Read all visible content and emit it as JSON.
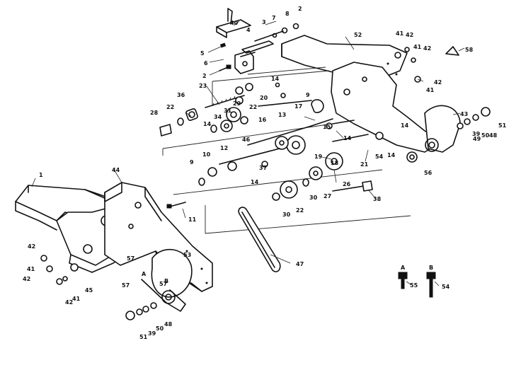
{
  "callouts": [
    {
      "id": "c1",
      "text": "1"
    },
    {
      "id": "c2a",
      "text": "2"
    },
    {
      "id": "c2b",
      "text": "2"
    },
    {
      "id": "c3",
      "text": "3"
    },
    {
      "id": "c4",
      "text": "4"
    },
    {
      "id": "c5",
      "text": "5"
    },
    {
      "id": "c6",
      "text": "6"
    },
    {
      "id": "c7",
      "text": "7"
    },
    {
      "id": "c8",
      "text": "8"
    },
    {
      "id": "c9a",
      "text": "9"
    },
    {
      "id": "c9b",
      "text": "9"
    },
    {
      "id": "c10",
      "text": "10"
    },
    {
      "id": "c11",
      "text": "11"
    },
    {
      "id": "c12",
      "text": "12"
    },
    {
      "id": "c13",
      "text": "13"
    },
    {
      "id": "c14a",
      "text": "14"
    },
    {
      "id": "c14b",
      "text": "14"
    },
    {
      "id": "c14c",
      "text": "14"
    },
    {
      "id": "c14d",
      "text": "14"
    },
    {
      "id": "c14e",
      "text": "14"
    },
    {
      "id": "c14f",
      "text": "14"
    },
    {
      "id": "c15",
      "text": "15"
    },
    {
      "id": "c16",
      "text": "16"
    },
    {
      "id": "c17",
      "text": "17"
    },
    {
      "id": "c18",
      "text": "18"
    },
    {
      "id": "c19",
      "text": "19"
    },
    {
      "id": "c20",
      "text": "20"
    },
    {
      "id": "c21",
      "text": "21"
    },
    {
      "id": "c22a",
      "text": "22"
    },
    {
      "id": "c22b",
      "text": "22"
    },
    {
      "id": "c22c",
      "text": "22"
    },
    {
      "id": "c23",
      "text": "23"
    },
    {
      "id": "c26",
      "text": "26"
    },
    {
      "id": "c27",
      "text": "27"
    },
    {
      "id": "c28",
      "text": "28"
    },
    {
      "id": "c29",
      "text": "29"
    },
    {
      "id": "c30a",
      "text": "30"
    },
    {
      "id": "c30b",
      "text": "30"
    },
    {
      "id": "c31",
      "text": "31"
    },
    {
      "id": "c34",
      "text": "34"
    },
    {
      "id": "c36",
      "text": "36"
    },
    {
      "id": "c37",
      "text": "37"
    },
    {
      "id": "c38",
      "text": "38"
    },
    {
      "id": "c39a",
      "text": "39"
    },
    {
      "id": "c39b",
      "text": "39"
    },
    {
      "id": "c40",
      "text": "40"
    },
    {
      "id": "c41a",
      "text": "41"
    },
    {
      "id": "c41b",
      "text": "41"
    },
    {
      "id": "c41c",
      "text": "41"
    },
    {
      "id": "c41d",
      "text": "41"
    },
    {
      "id": "c41e",
      "text": "41"
    },
    {
      "id": "c42a",
      "text": "42"
    },
    {
      "id": "c42b",
      "text": "42"
    },
    {
      "id": "c42c",
      "text": "42"
    },
    {
      "id": "c42d",
      "text": "42"
    },
    {
      "id": "c42e",
      "text": "42"
    },
    {
      "id": "c42f",
      "text": "42"
    },
    {
      "id": "c43",
      "text": "43"
    },
    {
      "id": "c44",
      "text": "44"
    },
    {
      "id": "c45",
      "text": "45"
    },
    {
      "id": "c46",
      "text": "46"
    },
    {
      "id": "c47",
      "text": "47"
    },
    {
      "id": "c48a",
      "text": "48"
    },
    {
      "id": "c48b",
      "text": "48"
    },
    {
      "id": "c49",
      "text": "49"
    },
    {
      "id": "c50a",
      "text": "50"
    },
    {
      "id": "c50b",
      "text": "50"
    },
    {
      "id": "c51a",
      "text": "51"
    },
    {
      "id": "c51b",
      "text": "51"
    },
    {
      "id": "c52",
      "text": "52"
    },
    {
      "id": "c53",
      "text": "53"
    },
    {
      "id": "c54a",
      "text": "54"
    },
    {
      "id": "c54b",
      "text": "54"
    },
    {
      "id": "c55",
      "text": "55"
    },
    {
      "id": "c56",
      "text": "56"
    },
    {
      "id": "c57a",
      "text": "57"
    },
    {
      "id": "c57b",
      "text": "57"
    },
    {
      "id": "c57c",
      "text": "57"
    },
    {
      "id": "c58",
      "text": "58"
    },
    {
      "id": "cA",
      "text": "A"
    },
    {
      "id": "cB",
      "text": "B"
    },
    {
      "id": "cA2",
      "text": "A"
    },
    {
      "id": "cB2",
      "text": "B"
    }
  ]
}
